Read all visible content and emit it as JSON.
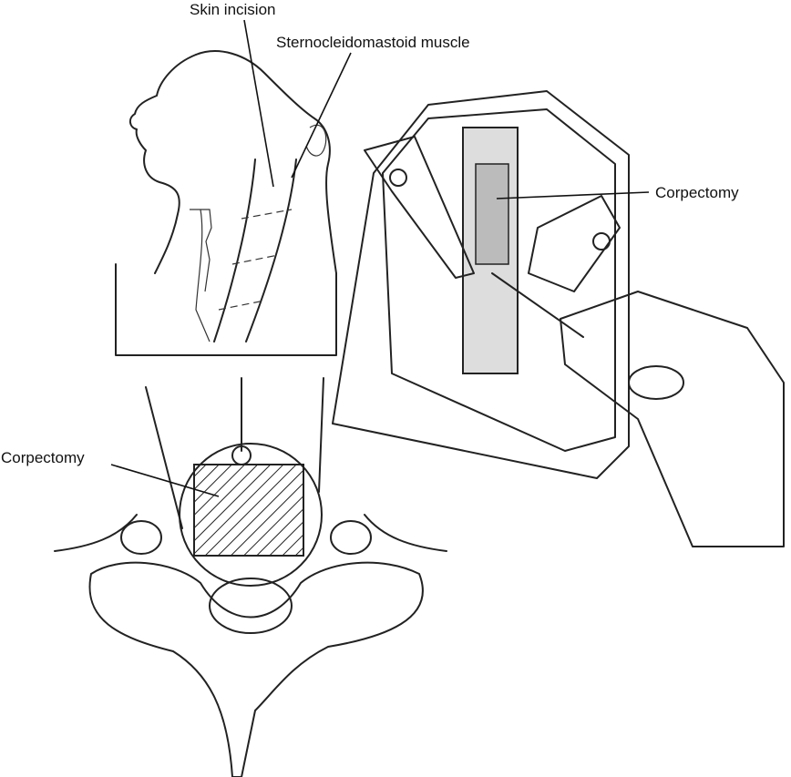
{
  "labels": {
    "skin_incision": "Skin incision",
    "sternocleidomastoid": "Sternocleidomastoid muscle",
    "corpectomy_top": "Corpectomy",
    "corpectomy_bottom": "Corpectomy"
  }
}
